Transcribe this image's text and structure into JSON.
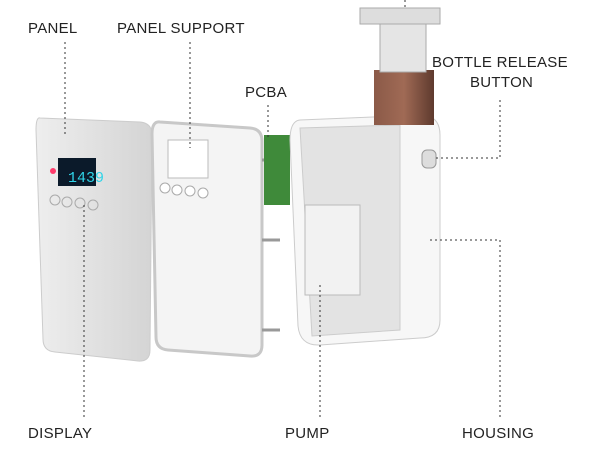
{
  "labels": {
    "panel": "PANEL",
    "panel_support": "PANEL SUPPORT",
    "pcba": "PCBA",
    "bottle_release_1": "BOTTLE RELEASE",
    "bottle_release_2": "BUTTON",
    "display": "DISPLAY",
    "pump": "PUMP",
    "housing": "HOUSING"
  },
  "display_readout": "1439",
  "colors": {
    "display_digits": "#2fd4e8",
    "indicator": "#ff3b6b",
    "bottle": "#7a4a3a"
  }
}
